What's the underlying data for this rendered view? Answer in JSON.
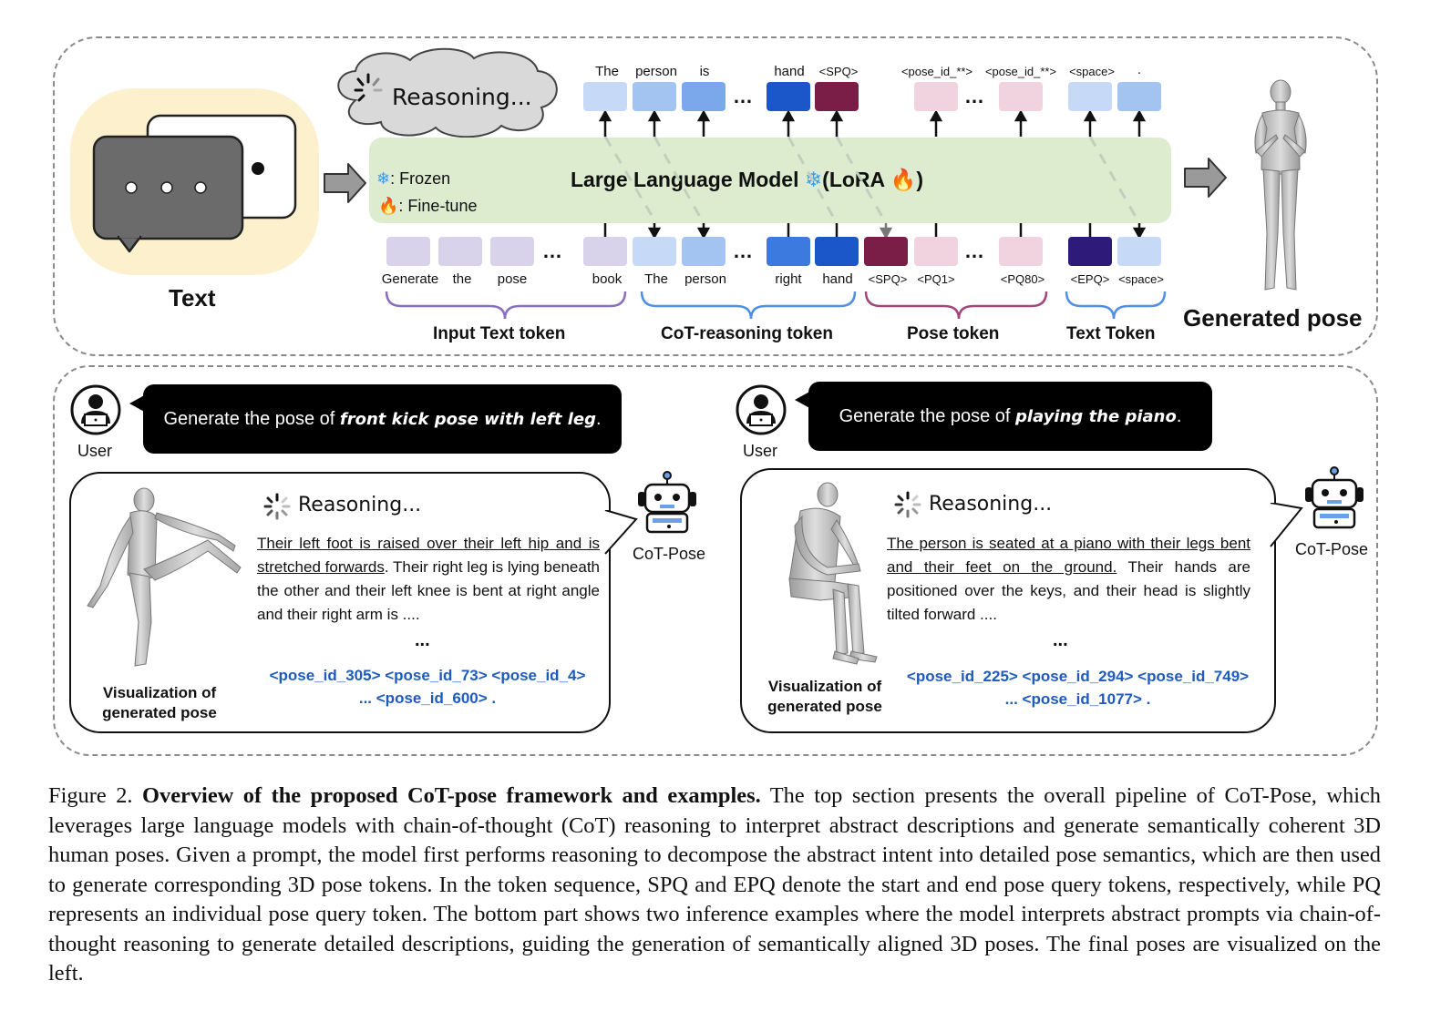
{
  "top": {
    "input_label": "Text",
    "output_label": "Generated pose",
    "reasoning": "Reasoning...",
    "legend_frozen": ": Frozen",
    "legend_finetune": ": Fine-tune",
    "llm_title": "Large Language Model",
    "llm_lora_open": "(LoRA",
    "llm_lora_close": ")",
    "output_tokens": [
      "The",
      "person",
      "is",
      "hand",
      "<SPQ>",
      "<pose_id_**>",
      "<pose_id_**>",
      "<space>",
      "."
    ],
    "input_tokens": [
      "Generate",
      "the",
      "pose",
      "book",
      "The",
      "person",
      "right",
      "hand",
      "<SPQ>",
      "<PQ1>",
      "<PQ80>",
      "<EPQ>",
      "<space>"
    ],
    "ellipsis": "…",
    "groups": [
      "Input Text token",
      "CoT-reasoning token",
      "Pose token",
      "Text Token"
    ],
    "colors": {
      "input_text": "#d8d2ea",
      "cot_light": "#c6daf7",
      "cot_mid": "#a3c3f1",
      "cot_blue": "#3c7ae0",
      "cot_dark": "#1b57c9",
      "spq": "#7a1e47",
      "pose_light": "#f0d3df",
      "epq": "#2e1a78",
      "llm_bg": "#ddeccf"
    }
  },
  "examples": [
    {
      "user_label": "User",
      "prompt_prefix": "Generate the pose of ",
      "prompt_emphasis": "front kick pose with left leg",
      "prompt_suffix": ".",
      "reasoning": "Reasoning...",
      "text_underlined": "Their left foot is raised over their left hip and is stretched forwards",
      "text_rest": ". Their right leg is lying beneath the other and their left knee is bent at right angle and their right arm is ....",
      "ellipsis": "...",
      "pose_line1": "<pose_id_305> <pose_id_73> <pose_id_4>",
      "pose_line2": "... <pose_id_600> .",
      "vis_label": "Visualization of generated pose",
      "bot_label": "CoT-Pose"
    },
    {
      "user_label": "User",
      "prompt_prefix": "Generate the pose of ",
      "prompt_emphasis": "playing the piano",
      "prompt_suffix": ".",
      "reasoning": "Reasoning...",
      "text_underlined": "The person is seated at a piano with their legs bent and their feet on the ground.",
      "text_rest": " Their hands are positioned over the keys, and their head is slightly tilted forward ....",
      "ellipsis": "...",
      "pose_line1": "<pose_id_225> <pose_id_294> <pose_id_749>",
      "pose_line2": "... <pose_id_1077> .",
      "vis_label": "Visualization of generated pose",
      "bot_label": "CoT-Pose"
    }
  ],
  "caption": {
    "prefix": "Figure 2. ",
    "bold": "Overview of the proposed CoT-pose framework and examples.",
    "body": " The top section presents the overall pipeline of CoT-Pose, which leverages large language models with chain-of-thought (CoT) reasoning to interpret abstract descriptions and generate semantically coherent 3D human poses. Given a prompt, the model first performs reasoning to decompose the abstract intent into detailed pose semantics, which are then used to generate corresponding 3D pose tokens. In the token sequence, SPQ and EPQ denote the start and end pose query tokens, respectively, while PQ represents an individual pose query token. The bottom part shows two inference examples where the model interprets abstract prompts via chain-of-thought reasoning to generate detailed descriptions, guiding the generation of semantically aligned 3D poses. The final poses are visualized on the left."
  }
}
